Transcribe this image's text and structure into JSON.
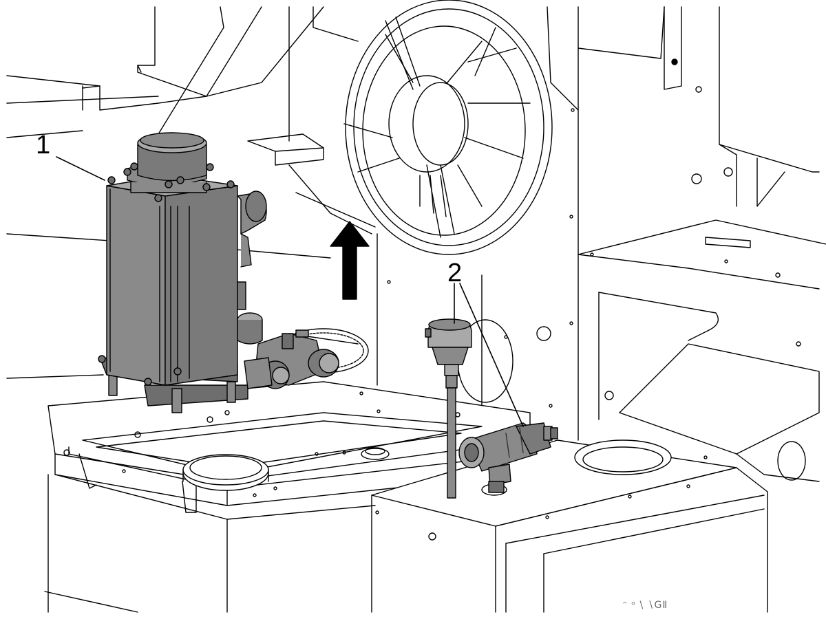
{
  "callouts": [
    {
      "id": "1",
      "text": "1"
    },
    {
      "id": "2",
      "text": "2"
    }
  ],
  "watermark_text": "ᵔ ᵒ \\ ∖GⅡ",
  "colors": {
    "part_fill": "#8a8a8a",
    "part_dark": "#6e6e6e",
    "part_light": "#a9a9a9",
    "line": "#000000",
    "background": "#ffffff",
    "arrow": "#000000"
  },
  "icons": [
    "removal-arrow-icon"
  ]
}
